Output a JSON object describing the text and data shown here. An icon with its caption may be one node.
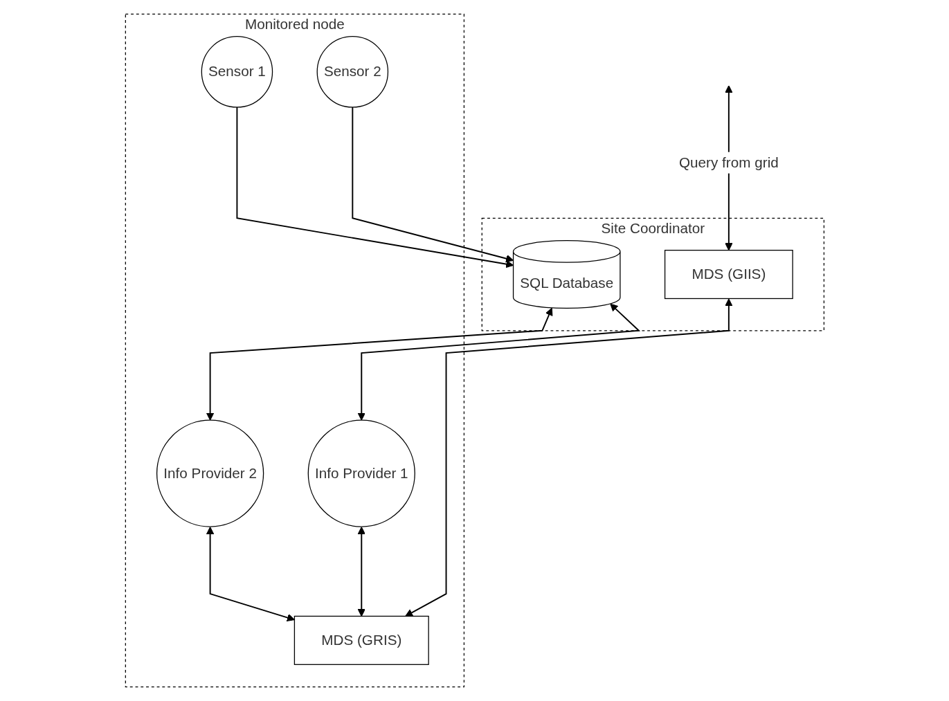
{
  "diagram": {
    "nodes": [
      {
        "text": [
          "Site Coordinator"
        ]
      },
      {
        "text": [
          "MDS (GIIS)"
        ],
        "in": 0
      },
      {
        "text": [
          "SQL Database"
        ],
        "in": 0
      },
      {
        "text": [
          "Monitored node"
        ]
      },
      {
        "text": [
          "Info Provider 2"
        ],
        "in": 3
      },
      {
        "text": [
          "Info Provider 1"
        ],
        "in": 3
      },
      {
        "text": [
          "MDS (GRIS)"
        ],
        "in": 3
      },
      {
        "text": [
          "Sensor 1"
        ],
        "in": 3
      },
      {
        "text": [
          "Sensor 2"
        ],
        "in": 3
      }
    ],
    "edges": [
      {
        "from": null,
        "to": 1,
        "arrow": "both",
        "label": "Query from grid"
      },
      {
        "from": 1,
        "to": 6,
        "arrow": "both"
      },
      {
        "from": 2,
        "to": 4,
        "arrow": "both"
      },
      {
        "from": 2,
        "to": 5,
        "arrow": "both"
      },
      {
        "from": 7,
        "to": 2,
        "arrow": "to"
      },
      {
        "from": 8,
        "to": 2,
        "arrow": "to"
      },
      {
        "from": 4,
        "to": 6,
        "arrow": "both"
      },
      {
        "from": 5,
        "to": 6,
        "arrow": "both"
      }
    ]
  }
}
